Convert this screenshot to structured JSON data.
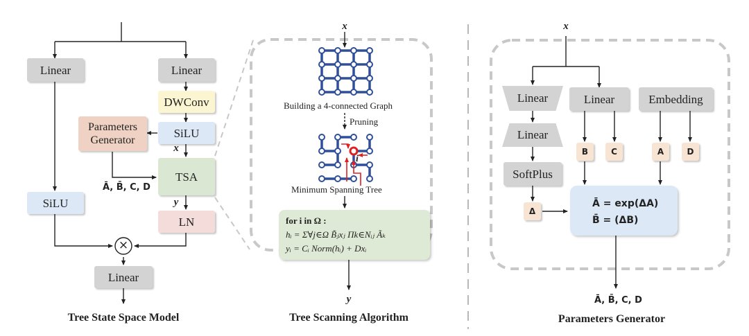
{
  "sections": {
    "tree_ssm": {
      "title": "Tree State Space Model",
      "blocks": {
        "linear_left": "Linear",
        "linear_right": "Linear",
        "dwconv": "DWConv",
        "silu_right": "SiLU",
        "params_generator": "Parameters Generator",
        "tsa": "TSA",
        "ln": "LN",
        "silu_left": "SiLU",
        "linear_out": "Linear"
      },
      "multiply_symbol": "×",
      "var_x": "x",
      "var_y": "y",
      "params_label": "Ā, B̄, C, D"
    },
    "tree_scanning": {
      "title": "Tree Scanning Algorithm",
      "input_var": "x",
      "output_var": "y",
      "graph_label": "Building a 4-connected Graph",
      "pruning_label": "Pruning",
      "mst_label": "Minimum Spanning Tree",
      "node_label": "i",
      "formula": {
        "line1": "for i in Ω :",
        "line2": "hᵢ = Σ∀j∈Ω B̃ⱼxⱼ Πk∈Nᵢⱼ Ãₖ",
        "line3": "yᵢ = Cᵢ Norm(hᵢ) + Dxᵢ"
      }
    },
    "params_gen": {
      "title": "Parameters Generator",
      "input_var": "x",
      "blocks": {
        "linear_trap_1": "Linear",
        "linear_trap_2": "Linear",
        "softplus": "SoftPlus",
        "linear_mid": "Linear",
        "embedding": "Embedding"
      },
      "tiles": {
        "b": "B",
        "c": "C",
        "a": "A",
        "d": "D",
        "delta": "Δ"
      },
      "equations": {
        "line1": "Ā = exp(ΔA)",
        "line2": "B̄ = (ΔB)"
      },
      "output_label": "Ā, B̄, C, D"
    }
  },
  "colors": {
    "gray_block": "#d3d3d3",
    "yellow_block": "#fbf5d2",
    "blue_block": "#dde8f7",
    "peach_block": "#efd2c3",
    "green_block": "#dae8d3",
    "pink_block": "#f4dcdb",
    "graph_node": "#2f4f9a",
    "highlight_red": "#e02020",
    "dashed_border": "#c8c8c8"
  }
}
